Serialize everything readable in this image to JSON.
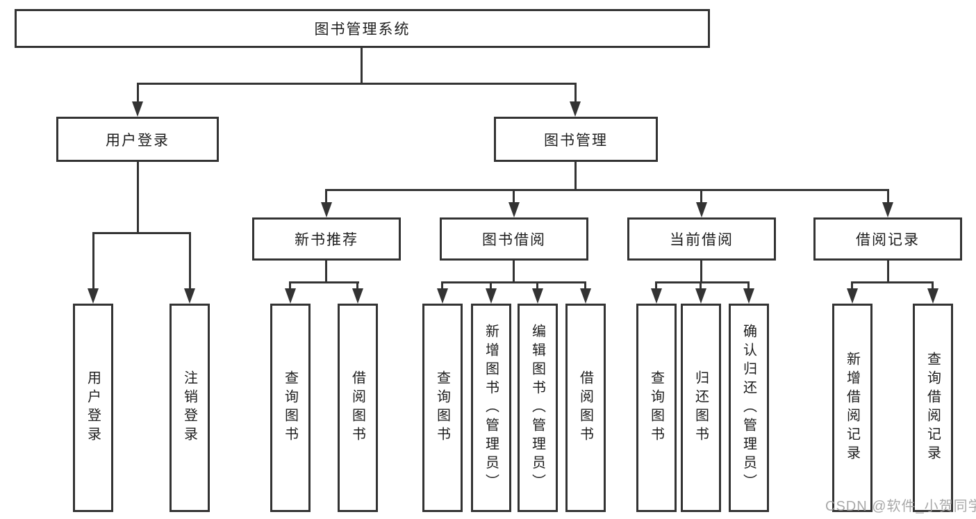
{
  "diagram": {
    "title": "图书管理系统",
    "root": {
      "label": "图书管理系统"
    },
    "branches": [
      {
        "label": "用户登录",
        "children": [
          {
            "label": "用户登录"
          },
          {
            "label": "注销登录"
          }
        ]
      },
      {
        "label": "图书管理",
        "children": [
          {
            "label": "新书推荐",
            "children": [
              {
                "label": "查询图书"
              },
              {
                "label": "借阅图书"
              }
            ]
          },
          {
            "label": "图书借阅",
            "children": [
              {
                "label": "查询图书"
              },
              {
                "label": "新增图书（管理员）"
              },
              {
                "label": "编辑图书（管理员）"
              },
              {
                "label": "借阅图书"
              }
            ]
          },
          {
            "label": "当前借阅",
            "children": [
              {
                "label": "查询图书"
              },
              {
                "label": "归还图书"
              },
              {
                "label": "确认归还（管理员）"
              }
            ]
          },
          {
            "label": "借阅记录",
            "children": [
              {
                "label": "新增借阅记录"
              },
              {
                "label": "查询借阅记录"
              }
            ]
          }
        ]
      }
    ]
  },
  "watermark": "CSDN @软件_小贺同学",
  "colors": {
    "background": "#ffffff",
    "box_fill": "#ffffff",
    "box_border": "#333333",
    "line": "#333333",
    "text": "#1d1d1d",
    "watermark": "#9f9f9f"
  }
}
